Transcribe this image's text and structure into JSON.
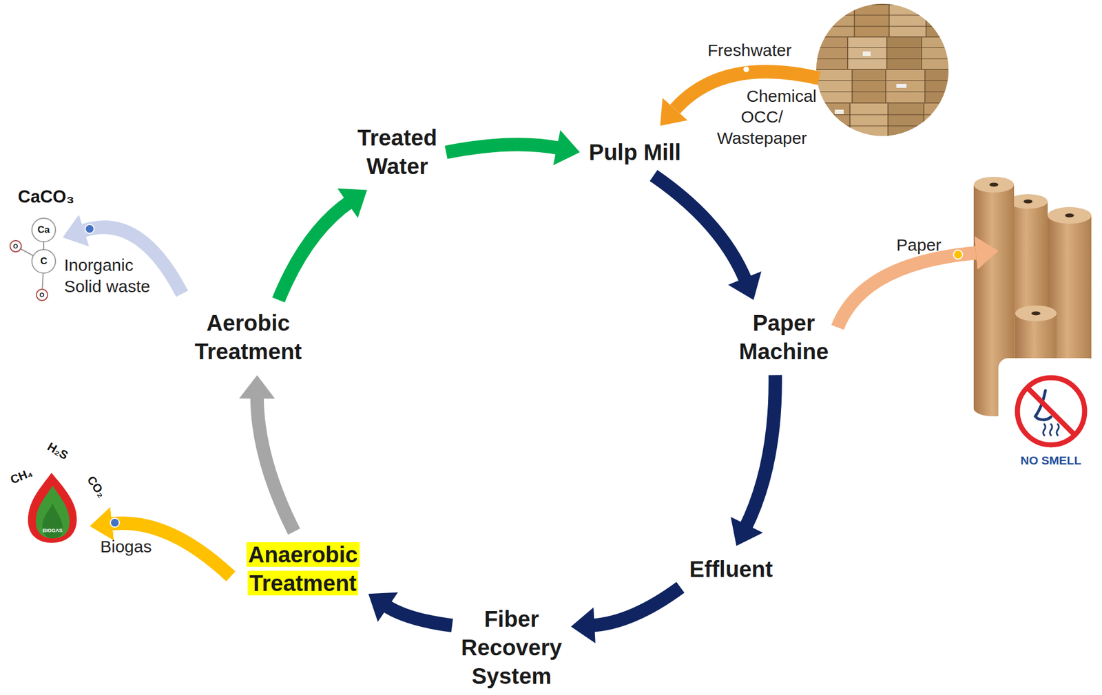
{
  "diagram": {
    "nodes": [
      {
        "text": [
          "Treated Water"
        ]
      },
      {
        "text": [
          "Pulp Mill"
        ]
      },
      {
        "text": [
          "Paper Machine"
        ]
      },
      {
        "text": [
          "Effluent"
        ]
      },
      {
        "text": [
          "Fiber Recovery System"
        ]
      },
      {
        "text": [
          "Anaerobic Treatment"
        ]
      },
      {
        "text": [
          "Aerobic Treatment"
        ]
      }
    ],
    "edges": [
      {
        "from": 0,
        "to": 1,
        "arrow": "to"
      },
      {
        "from": 1,
        "to": 2,
        "arrow": "to"
      },
      {
        "from": 2,
        "to": 3,
        "arrow": "to"
      },
      {
        "from": 3,
        "to": 4,
        "arrow": "to"
      },
      {
        "from": 4,
        "to": 5,
        "arrow": "to"
      },
      {
        "from": 5,
        "to": 6,
        "arrow": "to"
      },
      {
        "from": 6,
        "to": 0,
        "arrow": "to"
      }
    ],
    "labels": [
      "Freshwater",
      "Chemical",
      "OCC/ Wastepaper",
      "Paper",
      "NO SMELL",
      "CaCO₃",
      "Ca",
      "C",
      "O",
      "O",
      "Inorganic Solid waste",
      "H₂S",
      "CH₄",
      "CO₂",
      "BIOGAS",
      "Biogas"
    ]
  }
}
